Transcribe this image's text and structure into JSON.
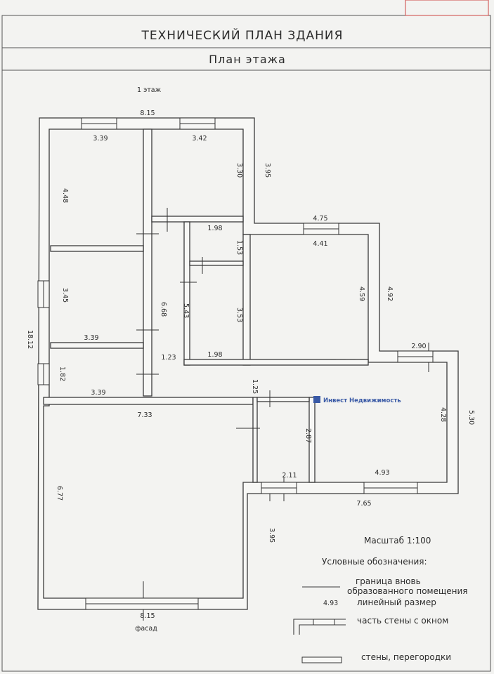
{
  "header": {
    "title": "ТЕХНИЧЕСКИЙ ПЛАН ЗДАНИЯ",
    "subtitle": "План этажа"
  },
  "floor_label": "1 этаж",
  "facade_label": "фасад",
  "scale": "Масштаб 1:100",
  "watermark": "Инвест Недвижимость",
  "dimensions": {
    "top_total": "8.15",
    "room1_width": "3.39",
    "room2_width": "3.42",
    "room1_height": "4.48",
    "room2_height": "3.30",
    "right_upper": "3.95",
    "east_top": "4.75",
    "east_inner": "4.41",
    "east_height": "4.59",
    "east_outer": "4.92",
    "small_width_top": "1.98",
    "small_height_top": "1.53",
    "small_height": "3.53",
    "small_width_bottom": "1.98",
    "corridor_height": "6.68",
    "corridor2_height": "5.43",
    "room3_height": "3.45",
    "room3_width": "3.39",
    "room4_height": "1.82",
    "room4_width": "3.39",
    "hall_width": "1.23",
    "hall_height": "1.25",
    "total_height": "18.12",
    "big_width": "7.33",
    "big_height": "6.77",
    "bath_height": "2.87",
    "bath_width": "2.11",
    "kitchen_top": "2.90",
    "kitchen_height": "4.28",
    "kitchen_outer": "5.30",
    "kitchen_width": "4.93",
    "bottom_right": "7.65",
    "lower_left_gap": "3.95",
    "bottom_total": "8.15"
  },
  "legend": {
    "heading": "Условные обозначения:",
    "boundary_1": "граница вновь",
    "boundary_2": "образованного помещения",
    "sample_dim": "4.93",
    "linear": "линейный размер",
    "window_wall": "часть стены с окном",
    "walls": "стены, перегородки"
  },
  "colors": {
    "ink": "#2b2b2b",
    "paper": "#f3f3f1",
    "watermark": "#3a5aa6"
  }
}
